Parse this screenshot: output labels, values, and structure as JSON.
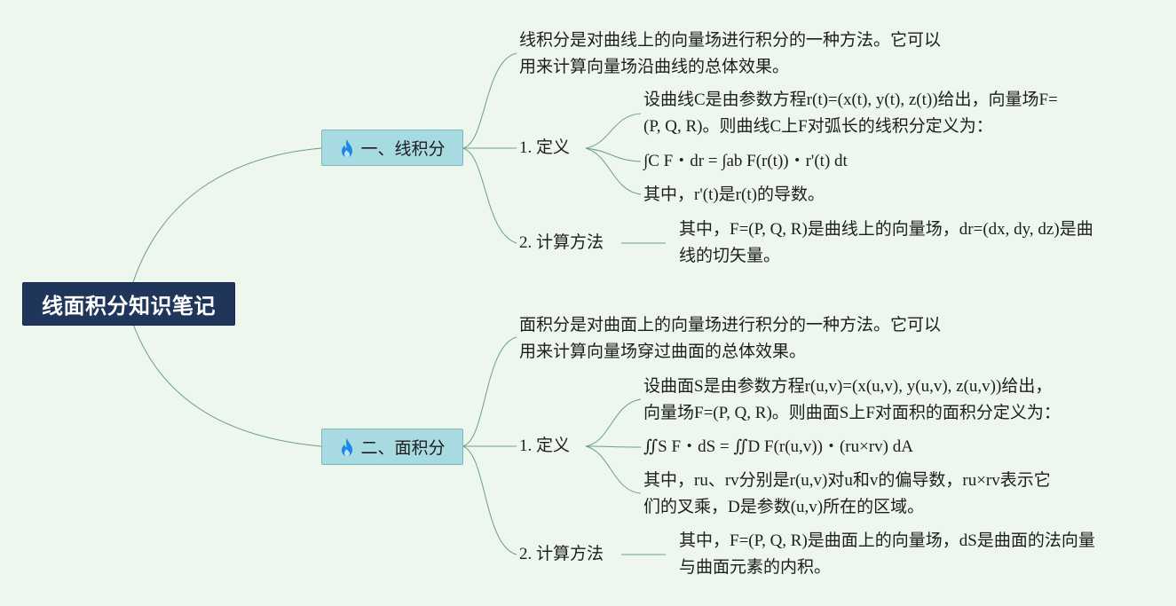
{
  "colors": {
    "background": "#eef7ed",
    "root_fill": "#1f3559",
    "topic_fill": "#a8dbe1",
    "link": "#6b9e8e",
    "flame": "#1e88e5"
  },
  "root": "线面积分知识笔记",
  "section1": {
    "title": "一、线积分",
    "icon": "flame-icon",
    "intro": [
      "线积分是对曲线上的向量场进行积分的一种方法。它可以",
      "用来计算向量场沿曲线的总体效果。"
    ],
    "definition": {
      "label": "1. 定义",
      "items": [
        [
          "设曲线C是由参数方程r(t)=(x(t), y(t), z(t))给出，向量场F=",
          "(P, Q, R)。则曲线C上F对弧长的线积分定义为："
        ],
        [
          "∫C F・dr = ∫ab F(r(t))・r'(t) dt"
        ],
        [
          "其中，r'(t)是r(t)的导数。"
        ]
      ]
    },
    "method": {
      "label": "2. 计算方法",
      "text": [
        "其中，F=(P, Q, R)是曲线上的向量场，dr=(dx, dy, dz)是曲",
        "线的切矢量。"
      ]
    }
  },
  "section2": {
    "title": "二、面积分",
    "icon": "flame-icon",
    "intro": [
      "面积分是对曲面上的向量场进行积分的一种方法。它可以",
      "用来计算向量场穿过曲面的总体效果。"
    ],
    "definition": {
      "label": "1. 定义",
      "items": [
        [
          "设曲面S是由参数方程r(u,v)=(x(u,v), y(u,v), z(u,v))给出，",
          "向量场F=(P, Q, R)。则曲面S上F对面积的面积分定义为："
        ],
        [
          "∬S F・dS = ∬D F(r(u,v))・(ru×rv) dA"
        ],
        [
          "其中，ru、rv分别是r(u,v)对u和v的偏导数，ru×rv表示它",
          "们的叉乘，D是参数(u,v)所在的区域。"
        ]
      ]
    },
    "method": {
      "label": "2. 计算方法",
      "text": [
        "其中，F=(P, Q, R)是曲面上的向量场，dS是曲面的法向量",
        "与曲面元素的内积。"
      ]
    }
  }
}
